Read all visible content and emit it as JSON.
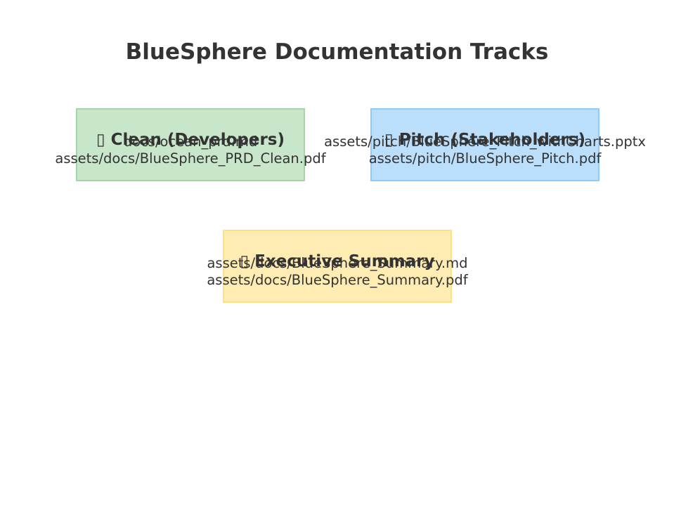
{
  "title": "BlueSphere Documentation Tracks",
  "colors": {
    "clean_fill": "#c8e6c9",
    "clean_border": "#a5d6a7",
    "pitch_fill": "#bbdefb",
    "pitch_border": "#90caf9",
    "summary_fill": "#ffecb3",
    "summary_border": "#ffe082",
    "text": "#333333"
  },
  "tracks": {
    "clean": {
      "icon": "placeholder-glyph-icon",
      "label": "Clean (Developers)",
      "files": [
        "docs/ocean_prd.md",
        "assets/docs/BlueSphere_PRD_Clean.pdf"
      ]
    },
    "pitch": {
      "icon": "placeholder-glyph-icon",
      "label": "Pitch (Stakeholders)",
      "files": [
        "assets/pitch/BlueSphere_Pitch_withCharts.pptx",
        "assets/pitch/BlueSphere_Pitch.pdf"
      ]
    },
    "summary": {
      "icon": "placeholder-glyph-icon",
      "label": "Executive Summary",
      "files": [
        "assets/docs/BlueSphere_Summary.md",
        "assets/docs/BlueSphere_Summary.pdf"
      ]
    }
  }
}
